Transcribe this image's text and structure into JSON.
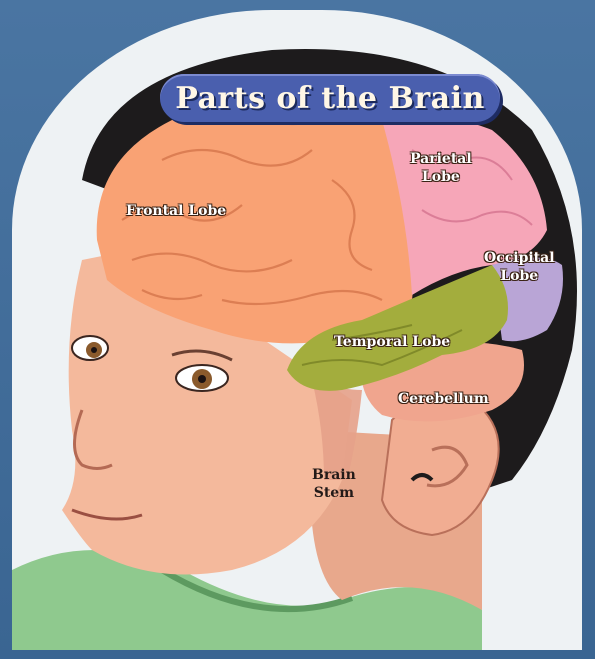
{
  "title": "Parts of the Brain",
  "labels": {
    "frontal": "Frontal Lobe",
    "parietal": [
      "Parietal",
      "Lobe"
    ],
    "occipital": [
      "Occipital",
      "Lobe"
    ],
    "temporal": "Temporal Lobe",
    "cerebellum": "Cerebellum",
    "brain_stem": [
      "Brain",
      "Stem"
    ]
  },
  "colors": {
    "frontal": "#f9a274",
    "parietal": "#f6a6b8",
    "occipital": "#b9a5d6",
    "temporal": "#a3ad3d",
    "cerebellum": "#f0a58e",
    "skin": "#f4b99c",
    "hair": "#1d1b1c",
    "shirt": "#8fc98e",
    "title_bg": "#4a5fae"
  }
}
